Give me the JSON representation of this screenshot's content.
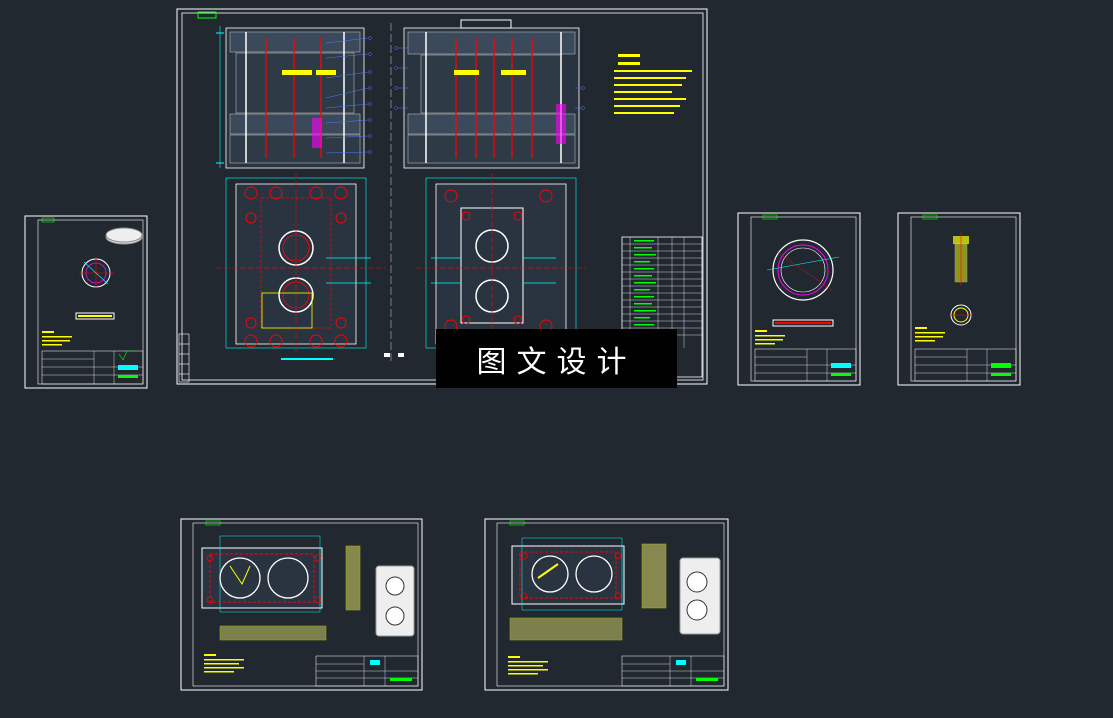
{
  "watermark": {
    "text": "图文设计"
  },
  "sheets": [
    {
      "id": "main-assembly",
      "kind": "mold-assembly-drawing"
    },
    {
      "id": "part-drawing-left",
      "kind": "part-drawing"
    },
    {
      "id": "part-drawing-ring",
      "kind": "part-drawing"
    },
    {
      "id": "part-drawing-pin",
      "kind": "part-drawing"
    },
    {
      "id": "cavity-plate-drawing",
      "kind": "part-drawing"
    },
    {
      "id": "core-plate-drawing",
      "kind": "part-drawing"
    }
  ],
  "colors": {
    "background": "#212830",
    "border": "#ffffff",
    "title-green": "#00ff00",
    "dimension-cyan": "#00ffff",
    "centerline-red": "#ff0000",
    "annotation-yellow": "#ffff00",
    "hatch": "#c8c864",
    "geometry-magenta": "#ff00ff",
    "leader-blue": "#5577ff"
  }
}
